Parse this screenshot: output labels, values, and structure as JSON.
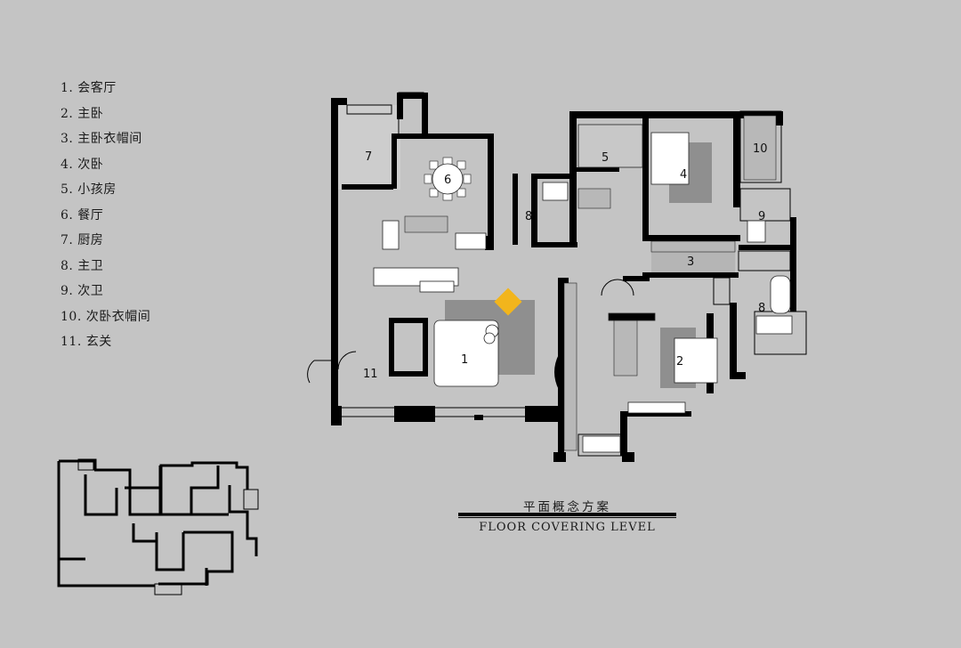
{
  "legend": [
    {
      "id": "1",
      "label": "1. 会客厅"
    },
    {
      "id": "2",
      "label": "2. 主卧"
    },
    {
      "id": "3",
      "label": "3. 主卧衣帽间"
    },
    {
      "id": "4",
      "label": "4. 次卧"
    },
    {
      "id": "5",
      "label": "5. 小孩房"
    },
    {
      "id": "6",
      "label": "6. 餐厅"
    },
    {
      "id": "7",
      "label": "7. 厨房"
    },
    {
      "id": "8",
      "label": "8. 主卫"
    },
    {
      "id": "9",
      "label": "9. 次卫"
    },
    {
      "id": "10",
      "label": "10. 次卧衣帽间"
    },
    {
      "id": "11",
      "label": "11. 玄关"
    }
  ],
  "plan_labels": {
    "r1": "1",
    "r2": "2",
    "r3": "3",
    "r4": "4",
    "r5": "5",
    "r6": "6",
    "r7": "7",
    "r8a": "8",
    "r8b": "8",
    "r9": "9",
    "r10": "10",
    "r11": "11"
  },
  "title": {
    "cn": "平面概念方案",
    "en": "FLOOR COVERING LEVEL"
  },
  "colors": {
    "background": "#c4c4c4",
    "walls": "#000000",
    "rug": "#8f8f8f",
    "accent": "#f2b51c",
    "furniture": "#ffffff"
  }
}
